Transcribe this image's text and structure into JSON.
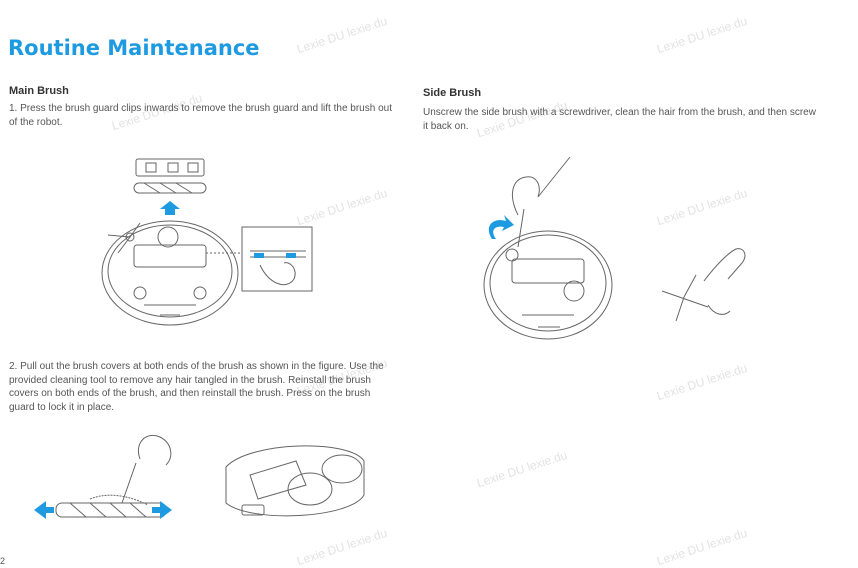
{
  "page": {
    "title": "Routine Maintenance",
    "page_number": "2",
    "accent_color": "#1e9be0",
    "watermark": "Lexie DU lexie.du"
  },
  "main_brush": {
    "heading": "Main Brush",
    "step1": "1. Press the brush guard clips inwards to remove the brush guard and lift the brush out of the robot.",
    "step2": "2. Pull out the brush covers at both ends of the brush as shown in the figure. Use the provided cleaning tool to remove any hair tangled in the brush. Reinstall the brush covers on both ends of the brush, and then reinstall the brush. Press on the brush guard to lock it in place."
  },
  "side_brush": {
    "heading": "Side Brush",
    "text": "Unscrew the side brush with a screwdriver, clean the hair from the brush, and then screw it back on."
  }
}
